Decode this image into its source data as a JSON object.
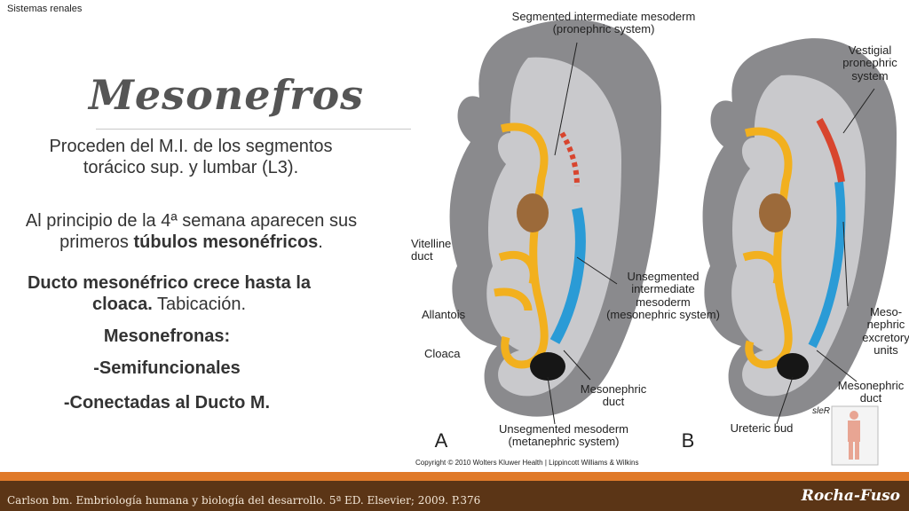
{
  "header": {
    "topic": "Sistemas renales"
  },
  "slide": {
    "title": "Mesonefros",
    "p1": "Proceden del M.I. de los segmentos torácico sup. y lumbar (L3).",
    "p2_pre": "Al principio de la 4ª semana aparecen sus primeros ",
    "p2_bold": "túbulos mesonéfricos",
    "p2_post": ".",
    "p3_bold": "Ducto mesonéfrico crece hasta la cloaca.",
    "p3_rest": " Tabicación.",
    "p4": "Mesonefronas:",
    "p5": "-Semifuncionales",
    "p6": "-Conectadas al Ducto M."
  },
  "figure": {
    "labels": {
      "segmented": "Segmented intermediate mesoderm\n(pronephric system)",
      "vestigial": "Vestigial\npronephric\nsystem",
      "vitelline": "Vitelline\nduct",
      "unsegmented_im": "Unsegmented\nintermediate\nmesoderm\n(mesonephric system)",
      "allantois": "Allantois",
      "cloaca": "Cloaca",
      "meso_units": "Meso-\nnephric\nexcretory\nunits",
      "duct_a": "Mesonephric\nduct",
      "duct_b": "Mesonephric\nduct",
      "unsegmented_meta": "Unsegmented mesoderm\n(metanephric system)",
      "ureteric": "Ureteric bud",
      "panel_a": "A",
      "panel_b": "B",
      "signature": "sleR"
    },
    "copyright": "Copyright © 2010 Wolters Kluwer Health | Lippincott Williams & Wilkins",
    "colors": {
      "outer": "#8a8a8d",
      "inner": "#c9c9cc",
      "orange": "#f2b01e",
      "blue": "#2a9bd6",
      "red": "#d8452e",
      "dark": "#161616"
    }
  },
  "footer": {
    "reference": "Carlson bm. Embriología humana y biología del desarrollo. 5ª ED. Elsevier; 2009. P.376",
    "author": "Rocha-Fuso"
  }
}
